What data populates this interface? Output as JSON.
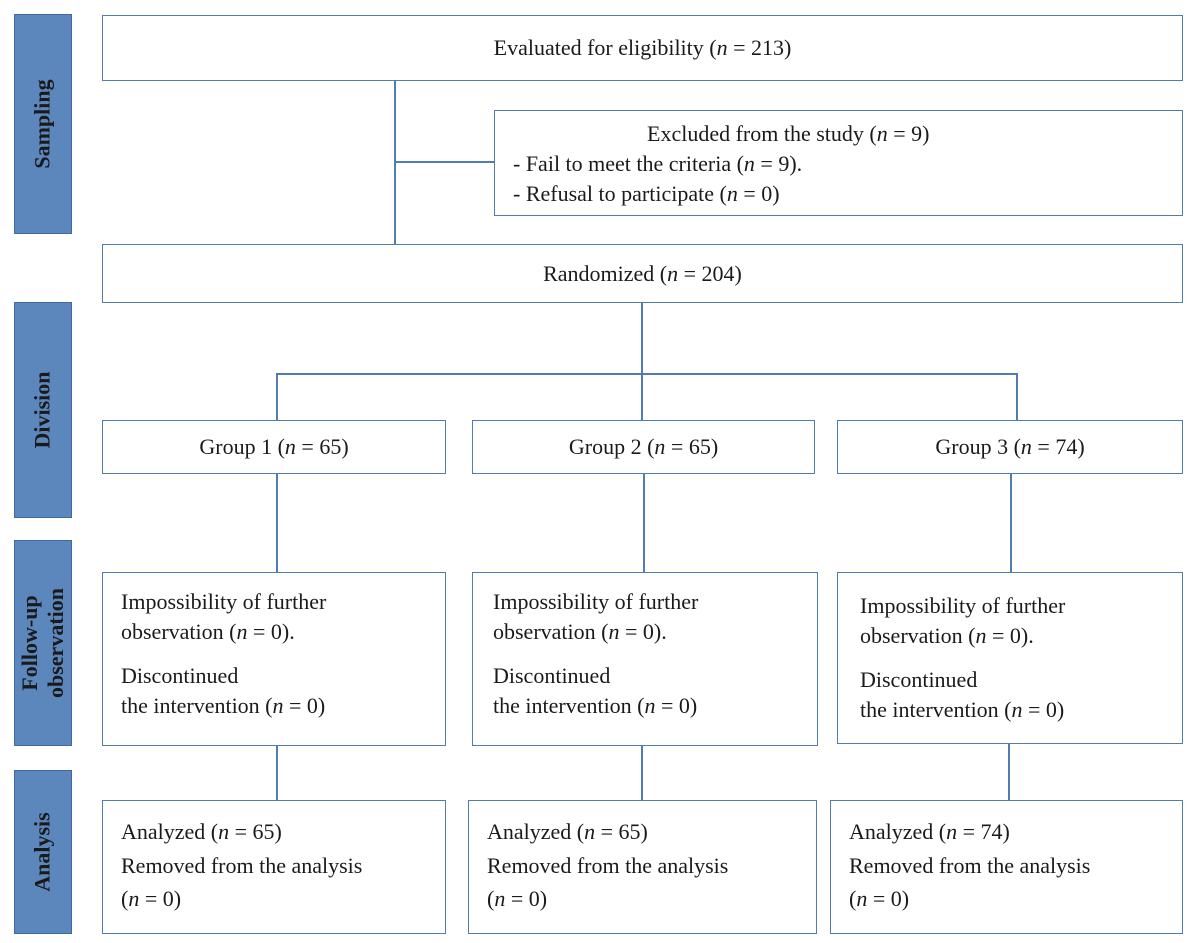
{
  "stages": {
    "sampling": "Sampling",
    "division": "Division",
    "followup_line1": "Follow-up",
    "followup_line2": "observation",
    "analysis": "Analysis"
  },
  "eligibility": {
    "label": "Evaluated for eligibility (",
    "n_var": "n",
    "n_val": " = 213)"
  },
  "excluded": {
    "title": "Excluded from the study (",
    "title_n": " = 9)",
    "item1": "- Fail to meet the criteria (",
    "item1_n": " = 9).",
    "item2": "- Refusal to participate (",
    "item2_n": " = 0)"
  },
  "randomized": {
    "label": "Randomized (",
    "n_val": " = 204)"
  },
  "n_var": "n",
  "groups": [
    {
      "label": "Group 1 (",
      "n_val": " = 65)",
      "f1": "Impossibility of further",
      "f2": "observation (",
      "f2_n": " = 0).",
      "f3": "Discontinued",
      "f4": "the intervention (",
      "f4_n": " = 0)",
      "a1": "Analyzed (",
      "a1_n": " = 65)",
      "a2": "Removed from the analysis",
      "a3": "(",
      "a3_n": " = 0)"
    },
    {
      "label": "Group 2 (",
      "n_val": " = 65)",
      "f1": "Impossibility of further",
      "f2": "observation (",
      "f2_n": " = 0).",
      "f3": "Discontinued",
      "f4": "the intervention (",
      "f4_n": " = 0)",
      "a1": "Analyzed (",
      "a1_n": " = 65)",
      "a2": "Removed from the analysis",
      "a3": "(",
      "a3_n": " = 0)"
    },
    {
      "label": "Group 3 (",
      "n_val": " = 74)",
      "f1": "Impossibility of further",
      "f2": "observation (",
      "f2_n": " = 0).",
      "f3": "Discontinued",
      "f4": "the intervention (",
      "f4_n": " = 0)",
      "a1": "Analyzed (",
      "a1_n": " = 74)",
      "a2": "Removed from the analysis",
      "a3": "(",
      "a3_n": " = 0)"
    }
  ],
  "colors": {
    "stage_fill": "#5b87bd",
    "border": "#4f7db3"
  }
}
